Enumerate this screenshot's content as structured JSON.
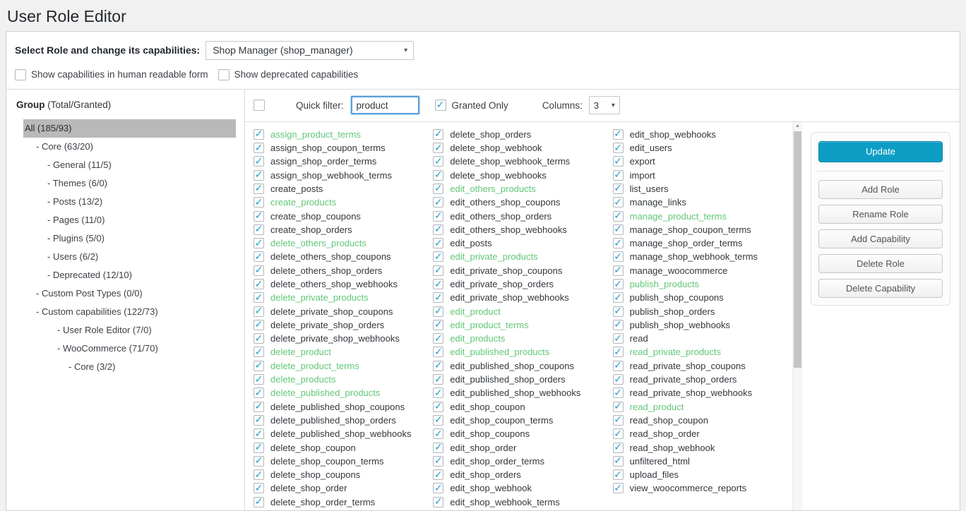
{
  "page": {
    "title": "User Role Editor"
  },
  "role_section": {
    "label": "Select Role and change its capabilities:",
    "selected_role": "Shop Manager (shop_manager)",
    "human_readable_label": "Show capabilities in human readable form",
    "deprecated_label": "Show deprecated capabilities"
  },
  "group_panel": {
    "heading_bold": "Group",
    "heading_suffix": " (Total/Granted)",
    "items": [
      {
        "label": "All (185/93)",
        "level": 0,
        "selected": true
      },
      {
        "label": "- Core (63/20)",
        "level": 1
      },
      {
        "label": "- General (11/5)",
        "level": 2
      },
      {
        "label": "- Themes (6/0)",
        "level": 2
      },
      {
        "label": "- Posts (13/2)",
        "level": 2
      },
      {
        "label": "- Pages (11/0)",
        "level": 2
      },
      {
        "label": "- Plugins (5/0)",
        "level": 2
      },
      {
        "label": "- Users (6/2)",
        "level": 2
      },
      {
        "label": "- Deprecated (12/10)",
        "level": 2
      },
      {
        "label": "- Custom Post Types (0/0)",
        "level": 1
      },
      {
        "label": "- Custom capabilities (122/73)",
        "level": 1
      },
      {
        "label": "- User Role Editor (7/0)",
        "level": 3
      },
      {
        "label": "- WooCommerce (71/70)",
        "level": 3
      },
      {
        "label": "- Core (3/2)",
        "level": 4
      }
    ]
  },
  "filter_bar": {
    "quick_filter_label": "Quick filter:",
    "filter_value": "product",
    "granted_only_label": "Granted Only",
    "granted_only_checked": true,
    "columns_label": "Columns:",
    "columns_value": "3"
  },
  "capabilities": {
    "all_checked": true,
    "columns": [
      [
        {
          "n": "assign_product_terms",
          "m": true
        },
        {
          "n": "assign_shop_coupon_terms",
          "m": false
        },
        {
          "n": "assign_shop_order_terms",
          "m": false
        },
        {
          "n": "assign_shop_webhook_terms",
          "m": false
        },
        {
          "n": "create_posts",
          "m": false
        },
        {
          "n": "create_products",
          "m": true
        },
        {
          "n": "create_shop_coupons",
          "m": false
        },
        {
          "n": "create_shop_orders",
          "m": false
        },
        {
          "n": "delete_others_products",
          "m": true
        },
        {
          "n": "delete_others_shop_coupons",
          "m": false
        },
        {
          "n": "delete_others_shop_orders",
          "m": false
        },
        {
          "n": "delete_others_shop_webhooks",
          "m": false
        },
        {
          "n": "delete_private_products",
          "m": true
        },
        {
          "n": "delete_private_shop_coupons",
          "m": false
        },
        {
          "n": "delete_private_shop_orders",
          "m": false
        },
        {
          "n": "delete_private_shop_webhooks",
          "m": false
        },
        {
          "n": "delete_product",
          "m": true
        },
        {
          "n": "delete_product_terms",
          "m": true
        },
        {
          "n": "delete_products",
          "m": true
        },
        {
          "n": "delete_published_products",
          "m": true
        },
        {
          "n": "delete_published_shop_coupons",
          "m": false
        },
        {
          "n": "delete_published_shop_orders",
          "m": false
        },
        {
          "n": "delete_published_shop_webhooks",
          "m": false
        },
        {
          "n": "delete_shop_coupon",
          "m": false
        },
        {
          "n": "delete_shop_coupon_terms",
          "m": false
        },
        {
          "n": "delete_shop_coupons",
          "m": false
        },
        {
          "n": "delete_shop_order",
          "m": false
        },
        {
          "n": "delete_shop_order_terms",
          "m": false
        }
      ],
      [
        {
          "n": "delete_shop_orders",
          "m": false
        },
        {
          "n": "delete_shop_webhook",
          "m": false
        },
        {
          "n": "delete_shop_webhook_terms",
          "m": false
        },
        {
          "n": "delete_shop_webhooks",
          "m": false
        },
        {
          "n": "edit_others_products",
          "m": true
        },
        {
          "n": "edit_others_shop_coupons",
          "m": false
        },
        {
          "n": "edit_others_shop_orders",
          "m": false
        },
        {
          "n": "edit_others_shop_webhooks",
          "m": false
        },
        {
          "n": "edit_posts",
          "m": false
        },
        {
          "n": "edit_private_products",
          "m": true
        },
        {
          "n": "edit_private_shop_coupons",
          "m": false
        },
        {
          "n": "edit_private_shop_orders",
          "m": false
        },
        {
          "n": "edit_private_shop_webhooks",
          "m": false
        },
        {
          "n": "edit_product",
          "m": true
        },
        {
          "n": "edit_product_terms",
          "m": true
        },
        {
          "n": "edit_products",
          "m": true
        },
        {
          "n": "edit_published_products",
          "m": true
        },
        {
          "n": "edit_published_shop_coupons",
          "m": false
        },
        {
          "n": "edit_published_shop_orders",
          "m": false
        },
        {
          "n": "edit_published_shop_webhooks",
          "m": false
        },
        {
          "n": "edit_shop_coupon",
          "m": false
        },
        {
          "n": "edit_shop_coupon_terms",
          "m": false
        },
        {
          "n": "edit_shop_coupons",
          "m": false
        },
        {
          "n": "edit_shop_order",
          "m": false
        },
        {
          "n": "edit_shop_order_terms",
          "m": false
        },
        {
          "n": "edit_shop_orders",
          "m": false
        },
        {
          "n": "edit_shop_webhook",
          "m": false
        },
        {
          "n": "edit_shop_webhook_terms",
          "m": false
        }
      ],
      [
        {
          "n": "edit_shop_webhooks",
          "m": false
        },
        {
          "n": "edit_users",
          "m": false
        },
        {
          "n": "export",
          "m": false
        },
        {
          "n": "import",
          "m": false
        },
        {
          "n": "list_users",
          "m": false
        },
        {
          "n": "manage_links",
          "m": false
        },
        {
          "n": "manage_product_terms",
          "m": true
        },
        {
          "n": "manage_shop_coupon_terms",
          "m": false
        },
        {
          "n": "manage_shop_order_terms",
          "m": false
        },
        {
          "n": "manage_shop_webhook_terms",
          "m": false
        },
        {
          "n": "manage_woocommerce",
          "m": false
        },
        {
          "n": "publish_products",
          "m": true
        },
        {
          "n": "publish_shop_coupons",
          "m": false
        },
        {
          "n": "publish_shop_orders",
          "m": false
        },
        {
          "n": "publish_shop_webhooks",
          "m": false
        },
        {
          "n": "read",
          "m": false
        },
        {
          "n": "read_private_products",
          "m": true
        },
        {
          "n": "read_private_shop_coupons",
          "m": false
        },
        {
          "n": "read_private_shop_orders",
          "m": false
        },
        {
          "n": "read_private_shop_webhooks",
          "m": false
        },
        {
          "n": "read_product",
          "m": true
        },
        {
          "n": "read_shop_coupon",
          "m": false
        },
        {
          "n": "read_shop_order",
          "m": false
        },
        {
          "n": "read_shop_webhook",
          "m": false
        },
        {
          "n": "unfiltered_html",
          "m": false
        },
        {
          "n": "upload_files",
          "m": false
        },
        {
          "n": "view_woocommerce_reports",
          "m": false
        }
      ]
    ]
  },
  "actions": {
    "update": "Update",
    "add_role": "Add Role",
    "rename_role": "Rename Role",
    "add_capability": "Add Capability",
    "delete_role": "Delete Role",
    "delete_capability": "Delete Capability"
  },
  "icons": {
    "dropdown": "chevron-down-icon",
    "scroll_up": "triangle-up-icon",
    "check": "check-icon"
  },
  "colors": {
    "accent": "#0d9dc4",
    "match_green": "#61c777",
    "check_teal": "#1e9fc6",
    "selected_group_bg": "#b9b9b9"
  }
}
